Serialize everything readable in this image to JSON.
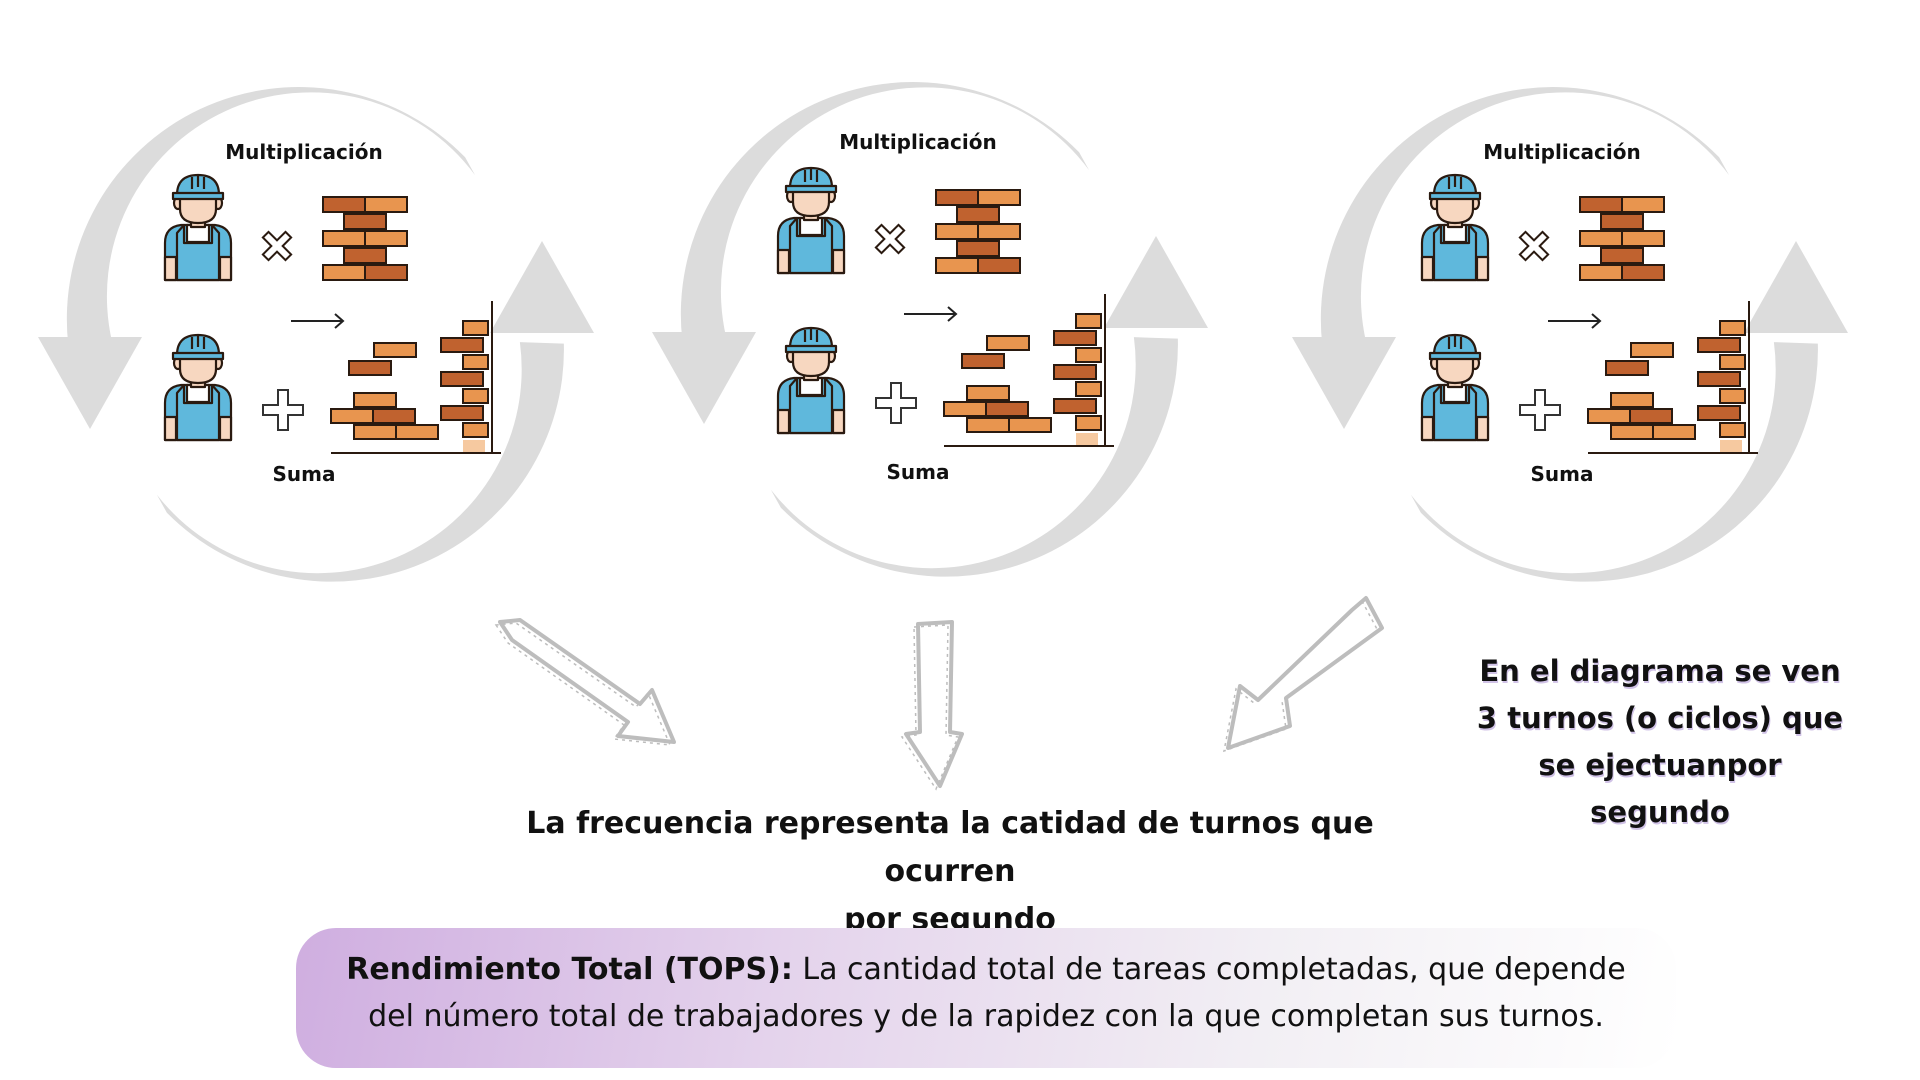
{
  "cycles": [
    {
      "top_label": "Multiplicación",
      "bottom_label": "Suma"
    },
    {
      "top_label": "Multiplicación",
      "bottom_label": "Suma"
    },
    {
      "top_label": "Multiplicación",
      "bottom_label": "Suma"
    }
  ],
  "icons": {
    "worker": "construction-worker-icon",
    "multiply": "multiply-icon",
    "plus": "plus-icon",
    "brick_wall": "brick-wall-icon",
    "cycle_arrow": "cycle-arrow-icon",
    "sketch_arrow": "sketch-arrow-icon"
  },
  "frequency_caption": {
    "line1": "La frecuencia representa la catidad de turnos que ocurren",
    "line2": "por segundo"
  },
  "side_note": {
    "lines": [
      "En el diagrama se ven",
      "3 turnos (o ciclos) que",
      "se ejectuanpor",
      "segundo"
    ]
  },
  "tops_box": {
    "title": "Rendimiento Total (TOPS):",
    "line1_rest": " La cantidad total de tareas completadas, que depende",
    "line2": "del número total de trabajadores y de la rapidez con la que completan sus turnos."
  },
  "colors": {
    "cycle_gray": "#dcdcdc",
    "sketch_gray": "#bdbdbd",
    "helmet_blue": "#5fb8dc",
    "skin": "#f7d7c0",
    "brick_dark": "#c0622f",
    "brick_light": "#e8954f",
    "outline": "#2a1a10",
    "tops_purple": "#cfaee0"
  }
}
